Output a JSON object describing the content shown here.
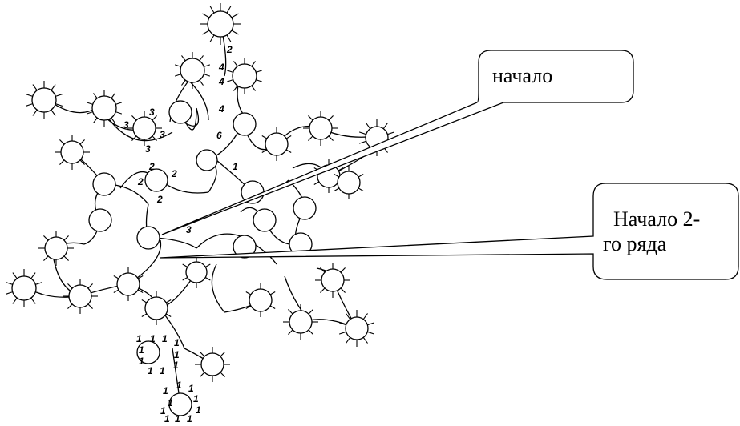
{
  "callouts": {
    "start": {
      "text": "начало"
    },
    "row2_start": {
      "line1": "Начало 2-",
      "line2": "го ряда"
    }
  },
  "counts": {
    "top_branch": [
      "2",
      "4",
      "4",
      "4"
    ],
    "center_ring": [
      "6",
      "1",
      "3"
    ],
    "left_ring": [
      "3",
      "3",
      "3",
      "3"
    ],
    "small_ring": [
      "2",
      "2",
      "2",
      "2"
    ],
    "bottom_ring_a": [
      "1",
      "1",
      "1",
      "1",
      "1",
      "1",
      "1",
      "1",
      "1",
      "1"
    ],
    "bottom_ring_b": [
      "1",
      "1",
      "1",
      "1",
      "1",
      "1",
      "1",
      "1",
      "1",
      "1"
    ]
  },
  "colors": {
    "stroke": "#000000",
    "fill": "#ffffff"
  }
}
